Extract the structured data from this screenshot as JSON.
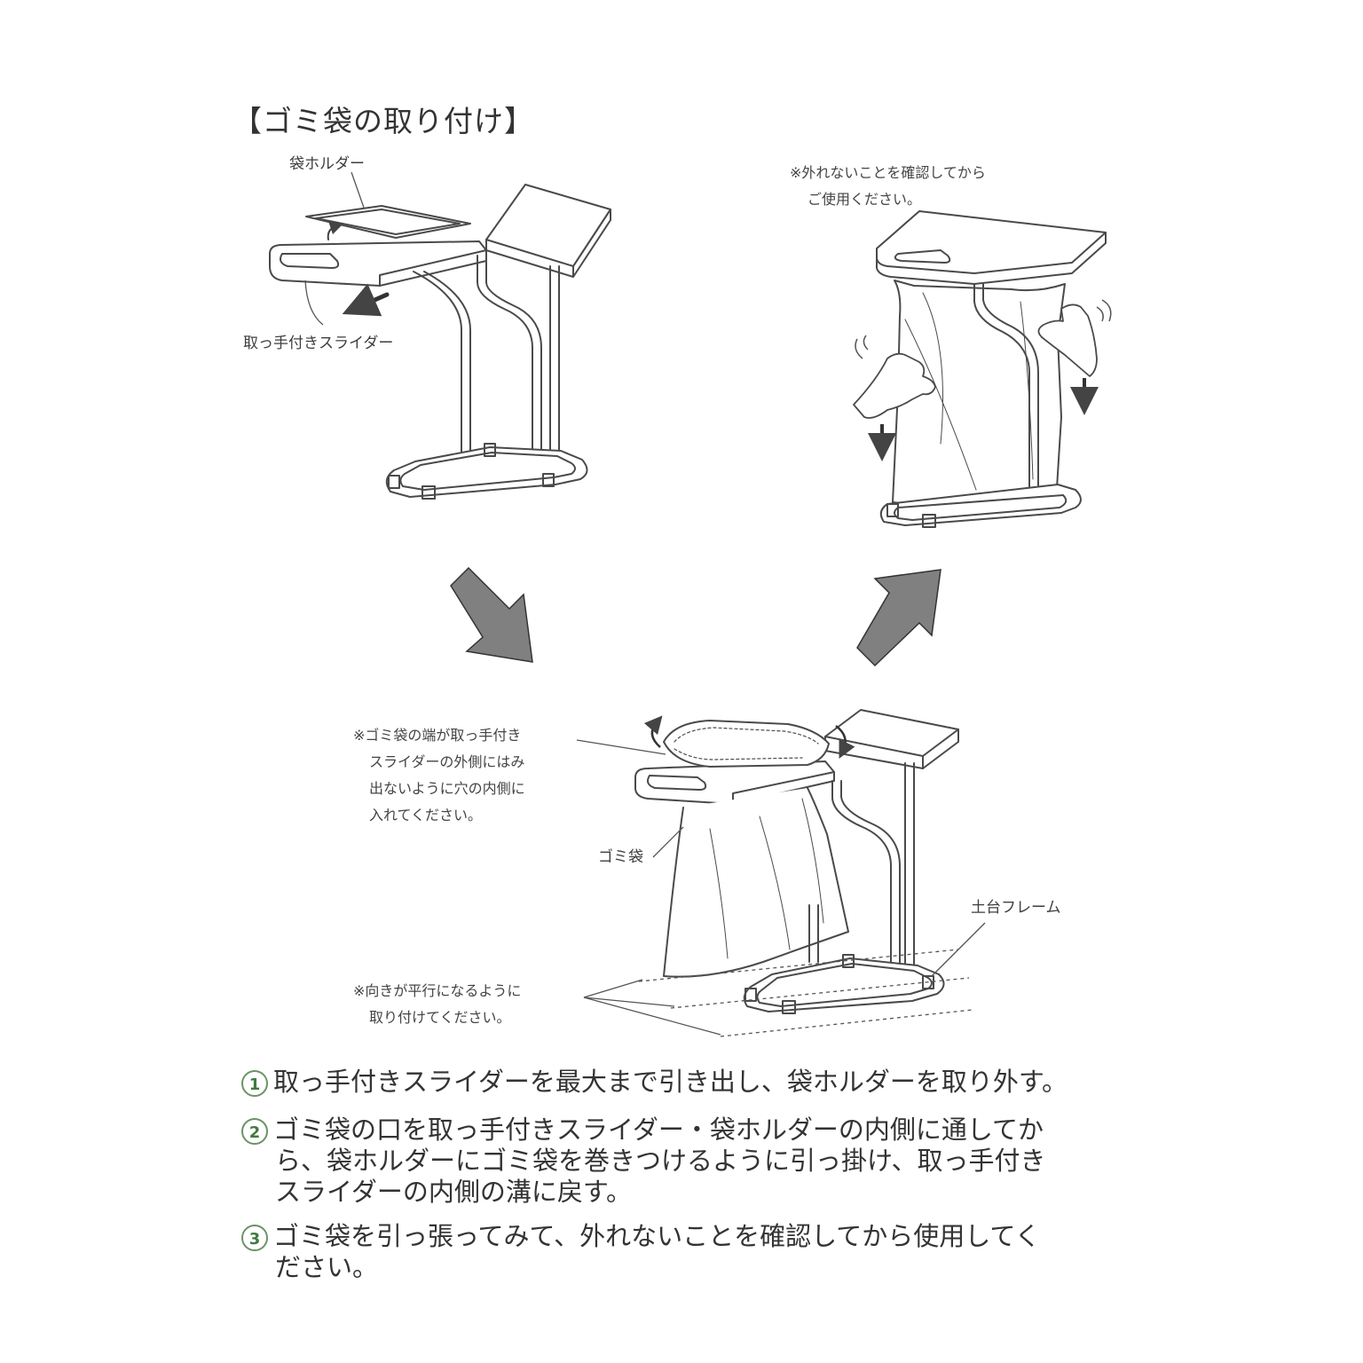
{
  "title": "【ゴミ袋の取り付け】",
  "fig1": {
    "label_holder": "袋ホルダー",
    "label_slider": "取っ手付きスライダー"
  },
  "fig2": {
    "note_lines": [
      "※外れないことを確認してから",
      "ご使用ください。"
    ]
  },
  "fig3": {
    "note_edge_lines": [
      "※ゴミ袋の端が取っ手付き",
      "スライダーの外側にはみ",
      "出ないように穴の内側に",
      "入れてください。"
    ],
    "label_bag": "ゴミ袋",
    "label_frame": "土台フレーム",
    "note_parallel_lines": [
      "※向きが平行になるように",
      "取り付けてください。"
    ]
  },
  "steps": [
    {
      "num": "1",
      "lines": [
        "取っ手付きスライダーを最大まで引き出し、袋ホルダーを取り外す。"
      ]
    },
    {
      "num": "2",
      "lines": [
        "ゴミ袋の口を取っ手付きスライダー・袋ホルダーの内側に通してか",
        "ら、袋ホルダーにゴミ袋を巻きつけるように引っ掛け、取っ手付き",
        "スライダーの内側の溝に戻す。"
      ]
    },
    {
      "num": "3",
      "lines": [
        "ゴミ袋を引っ張ってみて、外れないことを確認してから使用してく",
        "ださい。"
      ]
    }
  ],
  "colors": {
    "line": "#4a4a4a",
    "arrow": "#808080",
    "accent_green": "#3f7a41"
  },
  "icons": [
    "arrow-down-right-icon",
    "arrow-up-right-icon",
    "hand-icon",
    "curl-arrow-icon"
  ]
}
